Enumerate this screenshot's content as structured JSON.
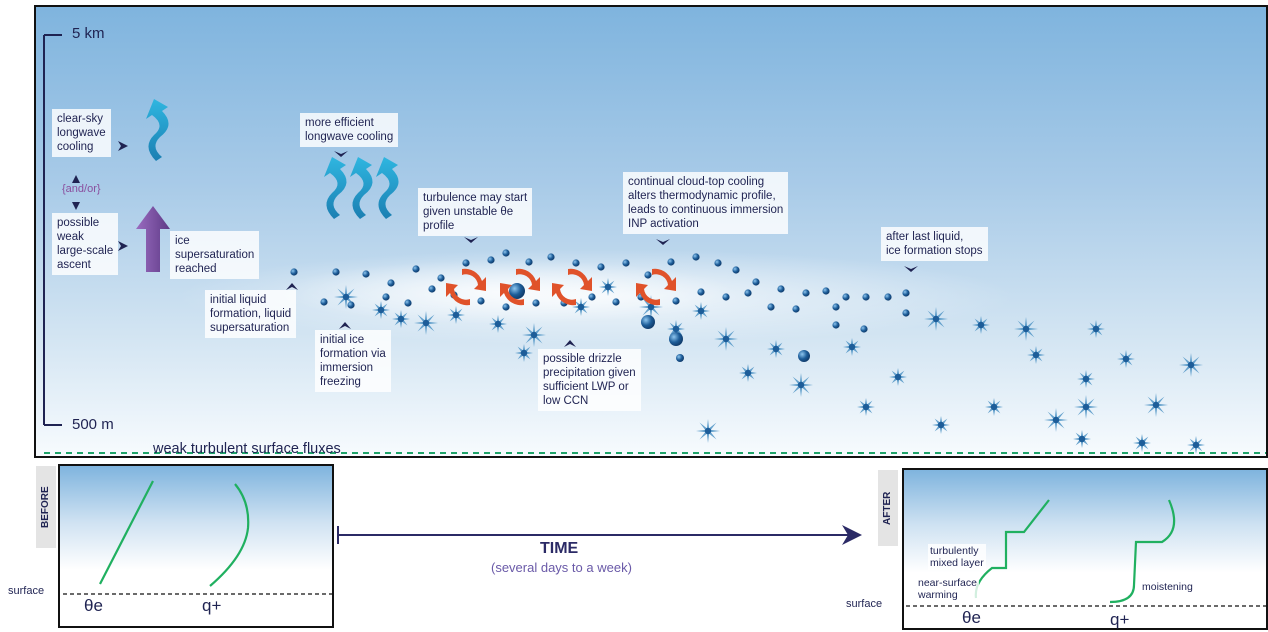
{
  "main": {
    "top_altitude": "5 km",
    "bottom_altitude": "500 m",
    "surface_fluxes": "weak turbulent surface fluxes",
    "labels": {
      "clear_sky": [
        "clear-sky",
        "longwave",
        "cooling"
      ],
      "and_or": "{and/or}",
      "ascent": [
        "possible",
        "weak",
        "large-scale",
        "ascent"
      ],
      "ice_supersat": [
        "ice",
        "supersaturation",
        "reached"
      ],
      "initial_liquid": [
        "initial liquid",
        "formation, liquid",
        "supersaturation"
      ],
      "initial_ice": [
        "initial ice",
        "formation via",
        "immersion",
        "freezing"
      ],
      "efficient_lw": [
        "more efficient",
        "longwave cooling"
      ],
      "turbulence": [
        "turbulence may start",
        "given unstable θe",
        "profile"
      ],
      "drizzle": [
        "possible drizzle",
        "precipitation given",
        "sufficient LWP or",
        "low CCN"
      ],
      "cloud_top": [
        "continual cloud-top cooling",
        "alters thermodynamic profile,",
        "leads to continuous immersion",
        "INP activation"
      ],
      "last_liquid": [
        "after last liquid,",
        "ice formation stops"
      ]
    }
  },
  "before": {
    "tag": "BEFORE",
    "surface": "surface",
    "theta": "θe",
    "q": "q+"
  },
  "timeline": {
    "title": "TIME",
    "subtitle": "(several days to a week)"
  },
  "after": {
    "tag": "AFTER",
    "surface": "surface",
    "theta": "θe",
    "q": "q+",
    "mixed_layer": [
      "turbulently",
      "mixed layer"
    ],
    "warming": [
      "near-surface",
      "warming"
    ],
    "moistening": "moistening"
  },
  "colors": {
    "navy": "#1f2352",
    "green": "#20b060",
    "orange": "#e0522a",
    "purple": "#7a4fa0",
    "droplet": "#1d5d99",
    "ice": "#3f84b8"
  }
}
